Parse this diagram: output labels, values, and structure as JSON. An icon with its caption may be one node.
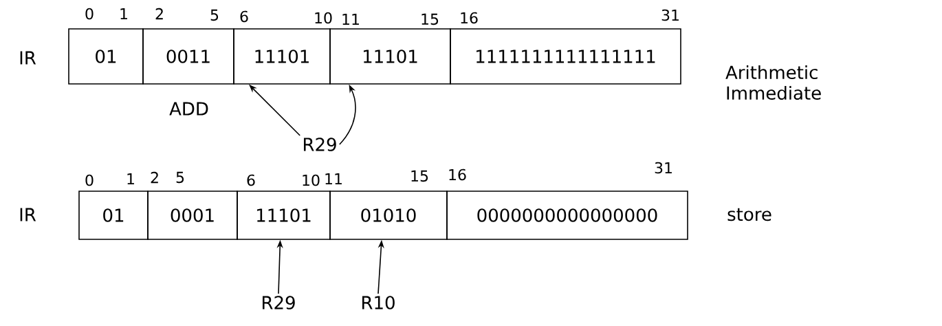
{
  "diagram": {
    "nodes": [
      {
        "text": [
          "01"
        ]
      },
      {
        "text": [
          "0011"
        ],
        "beside": [
          "ADD"
        ]
      },
      {
        "text": [
          "11101"
        ]
      },
      {
        "text": [
          "11101"
        ]
      },
      {
        "text": [
          "1111111111111111"
        ]
      },
      {
        "text": [
          "01"
        ]
      },
      {
        "text": [
          "0001"
        ]
      },
      {
        "text": [
          "11101"
        ]
      },
      {
        "text": [
          "01010"
        ]
      },
      {
        "text": [
          "0000000000000000"
        ]
      },
      {
        "text": [
          "R29"
        ]
      },
      {
        "text": [
          "R29"
        ]
      },
      {
        "text": [
          "R10"
        ]
      }
    ],
    "edges": [
      {
        "from": 10,
        "to": 2,
        "arrow": "to"
      },
      {
        "from": 10,
        "to": 3,
        "arrow": "to"
      },
      {
        "from": 11,
        "to": 7,
        "arrow": "to"
      },
      {
        "from": 12,
        "to": 8,
        "arrow": "to"
      }
    ],
    "labels": [
      "0",
      "1",
      "2",
      "5",
      "6",
      "10",
      "11",
      "15",
      "16",
      "31",
      "IR",
      "Arithmetic Immediate",
      "0",
      "1",
      "2",
      "5",
      "6",
      "10",
      "11",
      "15",
      "16",
      "31",
      "IR",
      "store"
    ]
  }
}
